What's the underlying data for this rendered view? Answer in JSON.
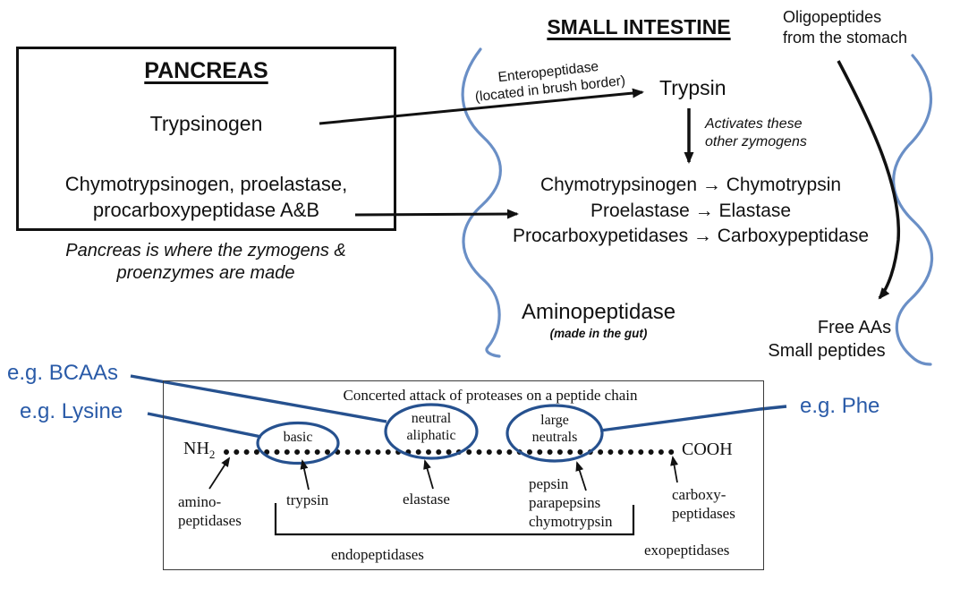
{
  "colors": {
    "accent_blue_text": "#2A5BA8",
    "shape_blue": "#26518F",
    "wave_blue": "#6A8FC6",
    "ink_black": "#111111"
  },
  "pancreas": {
    "title": "PANCREAS",
    "zymogen1": "Trypsinogen",
    "zymogen2_line1": "Chymotrypsinogen, proelastase,",
    "zymogen2_line2": "procarboxypeptidase A&B",
    "caption_line1": "Pancreas is where the zymogens &",
    "caption_line2": "proenzymes are made"
  },
  "small_intestine": {
    "title": "SMALL INTESTINE",
    "enteropeptidase_line1": "Enteropeptidase",
    "enteropeptidase_line2": "(located in brush border)",
    "trypsin": "Trypsin",
    "activates_line1": "Activates these",
    "activates_line2": "other zymogens",
    "conversions": [
      "Chymotrypsinogen → Chymotrypsin",
      "Proelastase → Elastase",
      "Procarboxypetidases → Carboxypeptidase"
    ],
    "aminopeptidase": "Aminopeptidase",
    "aminopeptidase_note": "(made in the gut)"
  },
  "stomach": {
    "oligo_line1": "Oligopeptides",
    "oligo_line2": "from the stomach",
    "free_aas": "Free AAs",
    "small_peptides": "Small peptides"
  },
  "annotations": {
    "bcaas": "e.g. BCAAs",
    "lysine": "e.g. Lysine",
    "phe": "e.g. Phe"
  },
  "peptide_diagram": {
    "title": "Concerted attack of proteases on a peptide chain",
    "nh": "NH",
    "nh_sub": "2",
    "cooh": "COOH",
    "oval_basic": "basic",
    "oval_neutral_line1": "neutral",
    "oval_neutral_line2": "aliphatic",
    "oval_large_line1": "large",
    "oval_large_line2": "neutrals",
    "amino_line1": "amino-",
    "amino_line2": "peptidases",
    "trypsin": "trypsin",
    "elastase": "elastase",
    "pepsin_line1": "pepsin",
    "pepsin_line2": "parapepsins",
    "pepsin_line3": "chymotrypsin",
    "carboxy_line1": "carboxy-",
    "carboxy_line2": "peptidases",
    "endo": "endopeptidases",
    "exo": "exopeptidases"
  }
}
